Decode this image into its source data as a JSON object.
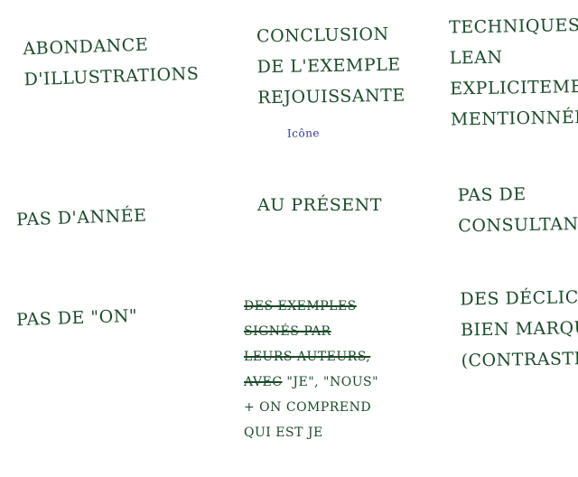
{
  "notes": {
    "abondance": [
      "ABONDANCE",
      "D'ILLUSTRATIONS"
    ],
    "conclusion": [
      "CONCLUSION",
      "DE L'EXEMPLE",
      "REJOUISSANTE"
    ],
    "conclusion_annotation": "Icône",
    "techniques": [
      "TECHNIQUES",
      "LEAN",
      "EXPLICITEMENT",
      "MENTIONNÉES"
    ],
    "annee": [
      "PAS D'ANNÉE"
    ],
    "present": [
      "AU PRÉSENT"
    ],
    "consultants": [
      "PAS DE",
      "CONSULTANTS"
    ],
    "on": [
      "PAS DE \"ON\""
    ],
    "exemples_crossed": [
      "DES EXEMPLES",
      "SIGNÉS PAR",
      "LEURS AUTEURS,"
    ],
    "exemples_avec": "AVEC",
    "exemples_je_nous": " \"JE\", \"NOUS\"",
    "exemples_rest": [
      "+ ON COMPREND",
      "QUI EST JE"
    ],
    "declics": [
      "DES DÉCLICS",
      "BIEN MARQUÉS",
      "(CONTRASTE)"
    ]
  },
  "colors": {
    "ink": "#1c4a2a",
    "annotation_ink": "#2d3a8c",
    "background": "#ffffff"
  }
}
